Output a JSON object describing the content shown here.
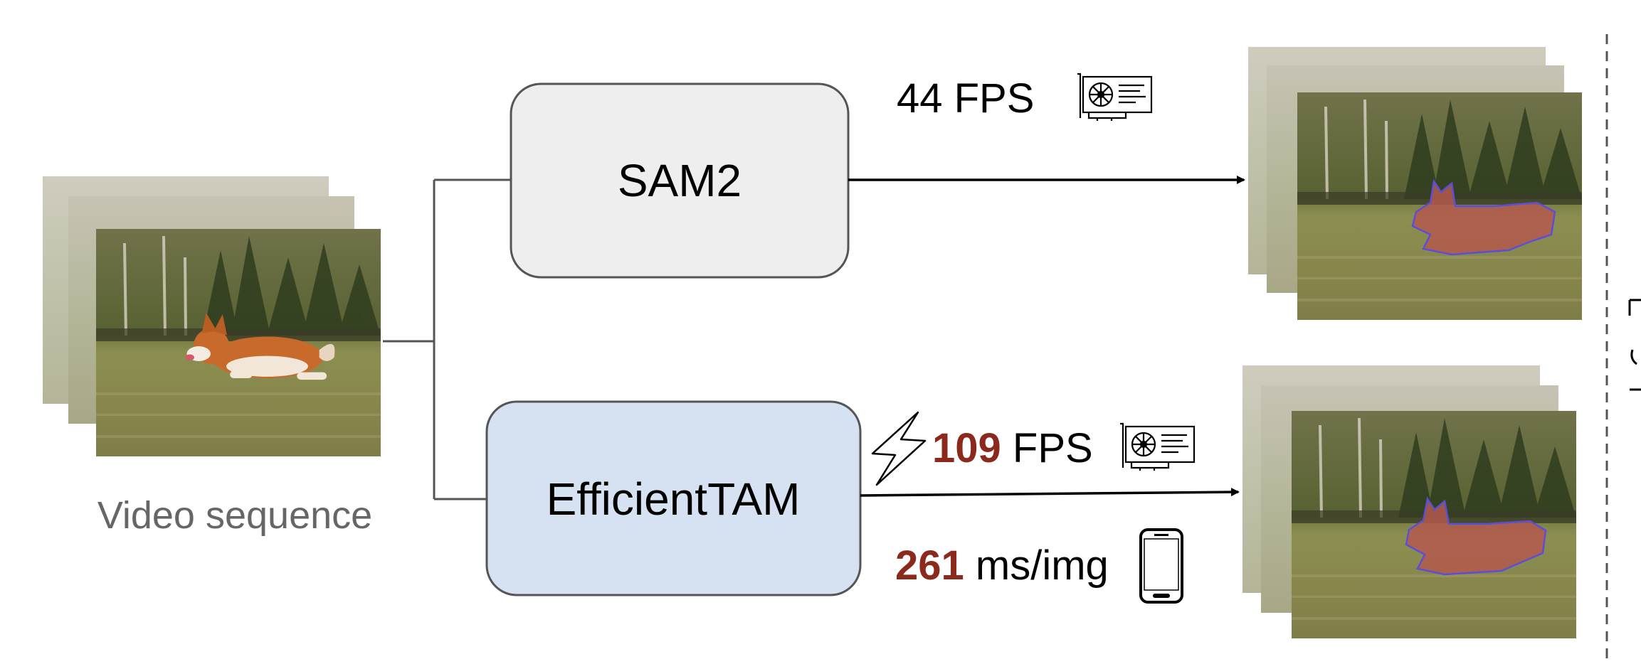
{
  "input": {
    "label": "Video sequence"
  },
  "models": {
    "top": {
      "label": "SAM2",
      "fill": "#eeeeee"
    },
    "bottom": {
      "label": "EfficientTAM",
      "fill": "#d6e2f1"
    }
  },
  "metrics": {
    "sam2_fps": "44 FPS",
    "efficienttam_fps_value": "109",
    "efficienttam_fps_unit": "FPS",
    "efficienttam_latency_value": "261",
    "efficienttam_latency_unit": "ms/img",
    "highlight_color": "#8b2a1c"
  },
  "icons": {
    "gpu": "gpu-card-icon",
    "lightning": "lightning-icon",
    "phone": "smartphone-icon"
  }
}
